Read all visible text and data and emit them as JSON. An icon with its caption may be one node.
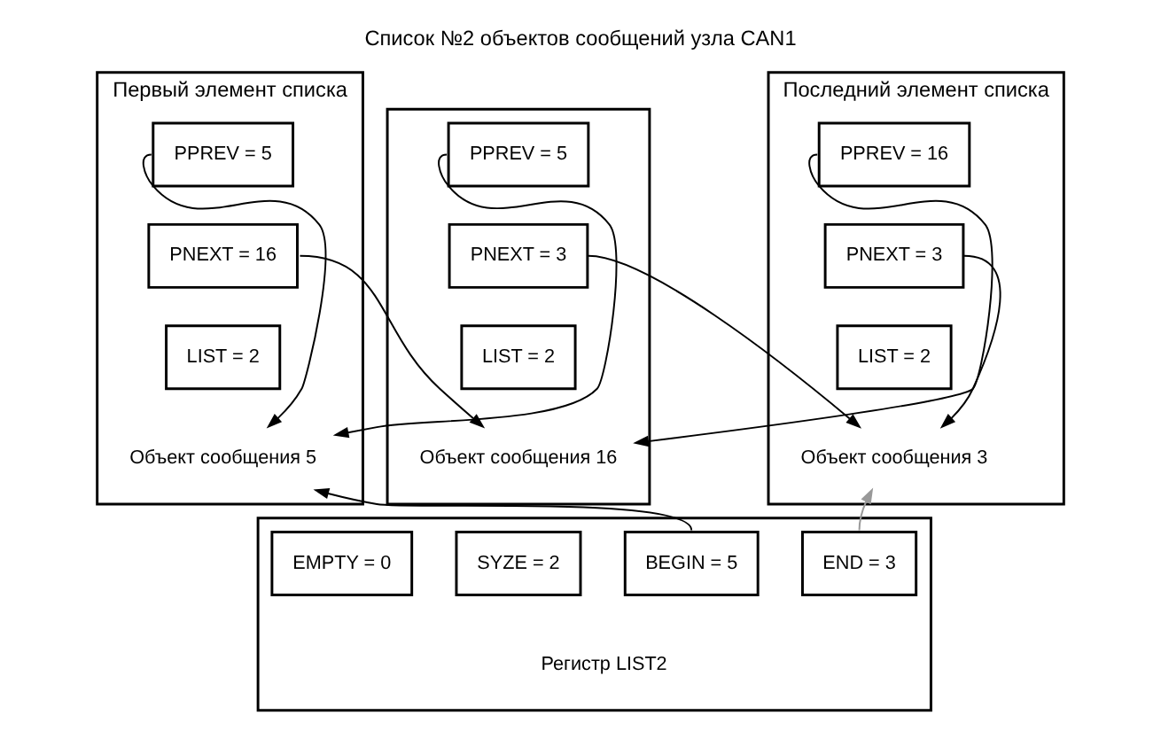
{
  "diagram": {
    "title": "Список №2 объектов сообщений узла CAN1",
    "nodes": [
      {
        "text": [
          "Объект сообщения 5"
        ],
        "beside": [
          "Первый элемент списка"
        ]
      },
      {
        "text": [
          "PPREV = 5"
        ],
        "in": 0
      },
      {
        "text": [
          "PNEXT = 16"
        ],
        "in": 0
      },
      {
        "text": [
          "LIST = 2"
        ],
        "in": 0
      },
      {
        "text": [
          "Объект сообщения 16"
        ]
      },
      {
        "text": [
          "PPREV = 5"
        ],
        "in": 4
      },
      {
        "text": [
          "PNEXT = 3"
        ],
        "in": 4
      },
      {
        "text": [
          "LIST = 2"
        ],
        "in": 4
      },
      {
        "text": [
          "Объект сообщения 3"
        ],
        "beside": [
          "Последний элемент списка"
        ]
      },
      {
        "text": [
          "PPREV = 16"
        ],
        "in": 8
      },
      {
        "text": [
          "PNEXT = 3"
        ],
        "in": 8
      },
      {
        "text": [
          "LIST = 2"
        ],
        "in": 8
      },
      {
        "text": [
          "Регистр LIST2"
        ]
      },
      {
        "text": [
          "EMPTY = 0"
        ],
        "in": 12
      },
      {
        "text": [
          "SYZE = 2"
        ],
        "in": 12
      },
      {
        "text": [
          "BEGIN = 5"
        ],
        "in": 12
      },
      {
        "text": [
          "END = 3"
        ],
        "in": 12
      }
    ],
    "edges": [
      {
        "from": 1,
        "to": 0,
        "arrow": "to"
      },
      {
        "from": 2,
        "to": 4,
        "arrow": "to"
      },
      {
        "from": 5,
        "to": 0,
        "arrow": "to"
      },
      {
        "from": 6,
        "to": 8,
        "arrow": "to"
      },
      {
        "from": 9,
        "to": 4,
        "arrow": "to"
      },
      {
        "from": 10,
        "to": 8,
        "arrow": "to"
      },
      {
        "from": 15,
        "to": 0,
        "arrow": "to"
      },
      {
        "from": 16,
        "to": 8,
        "arrow": "to",
        "color": "#999999"
      }
    ]
  }
}
